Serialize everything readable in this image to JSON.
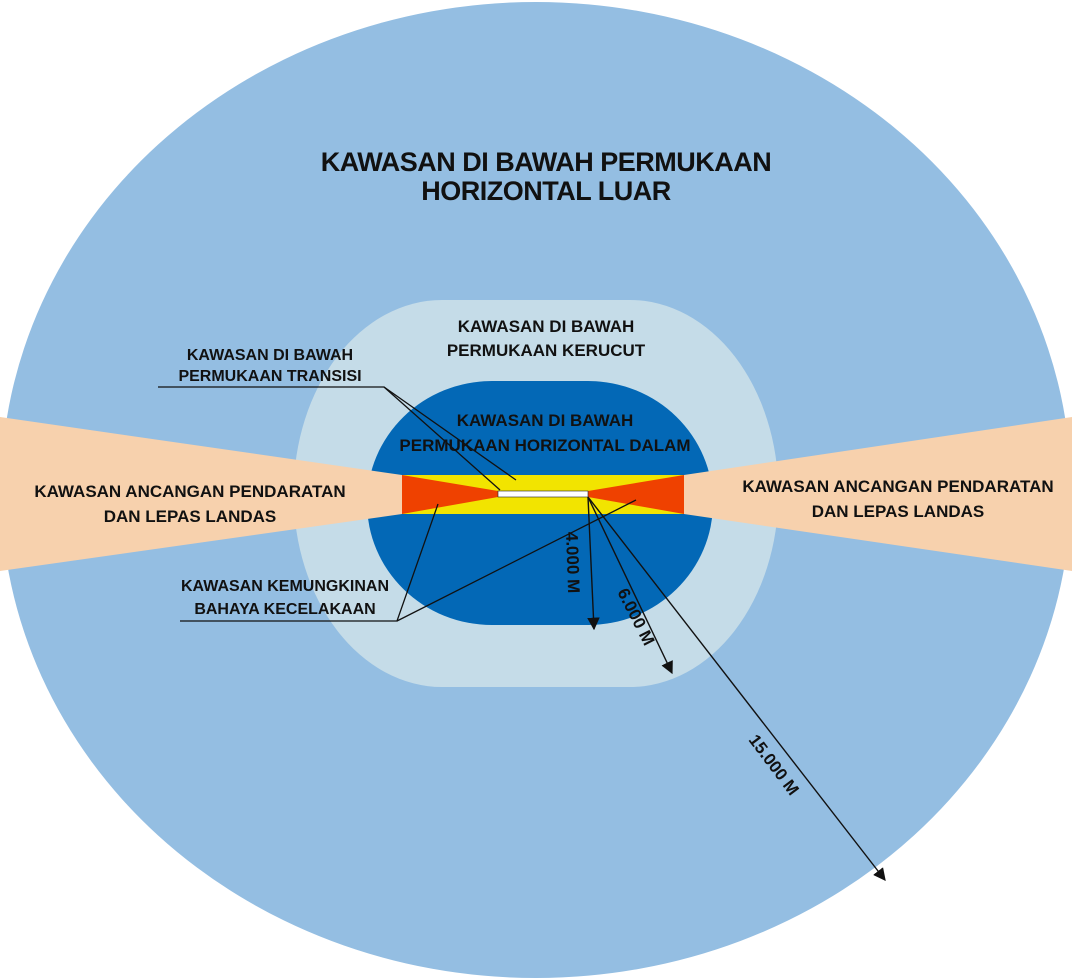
{
  "zones": {
    "outer_horizontal": {
      "label_lines": [
        "KAWASAN DI BAWAH PERMUKAAN",
        "HORIZONTAL LUAR"
      ],
      "color": "#94bee2"
    },
    "conical": {
      "label_lines": [
        "KAWASAN  DI BAWAH",
        "PERMUKAAN  KERUCUT"
      ],
      "color": "#c5dce8"
    },
    "inner_horizontal": {
      "label_lines": [
        "KAWASAN  DI BAWAH",
        "PERMUKAAN  HORIZONTAL  DALAM"
      ],
      "color": "#0368b6"
    },
    "transitional": {
      "label_lines": [
        "KAWASAN DI BAWAH",
        "PERMUKAAN TRANSISI"
      ],
      "color": "#f2e400"
    },
    "approach_left": {
      "label_lines": [
        "KAWASAN  ANCANGAN  PENDARATAN",
        "DAN  LEPAS LANDAS"
      ],
      "color": "#f7d1ad"
    },
    "approach_right": {
      "label_lines": [
        "KAWASAN  ANCANGAN  PENDARATAN",
        "DAN  LEPAS LANDAS"
      ],
      "color": "#f7d1ad"
    },
    "accident_hazard": {
      "label_lines": [
        "KAWASAN KEMUNGKINAN",
        "BAHAYA KECELAKAAN"
      ],
      "color": "#ef4100"
    },
    "runway": {
      "color": "#ffffff"
    }
  },
  "distances": {
    "inner": "4.000 M",
    "conical": "6.000 M",
    "outer": "15.000 M"
  }
}
